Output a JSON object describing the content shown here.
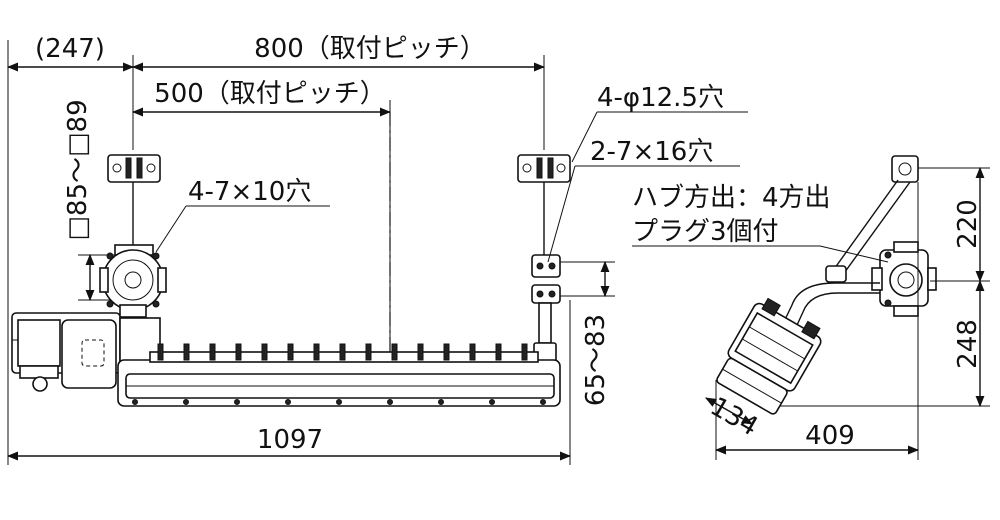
{
  "dimensions": {
    "overhang": "(247)",
    "pitch_800": "800（取付ピッチ）",
    "pitch_500": "500（取付ピッチ）",
    "square_range": "□85～□89",
    "height_range": "65～83",
    "total_length": "1097",
    "side_220": "220",
    "side_248": "248",
    "side_409": "409",
    "side_134": "134"
  },
  "callouts": {
    "holes_phi": "4-φ12.5穴",
    "holes_7x16": "2-7×16穴",
    "holes_7x10": "4-7×10穴",
    "hub_line1": "ハブ方出：4方出",
    "hub_line2": "プラグ3個付"
  }
}
